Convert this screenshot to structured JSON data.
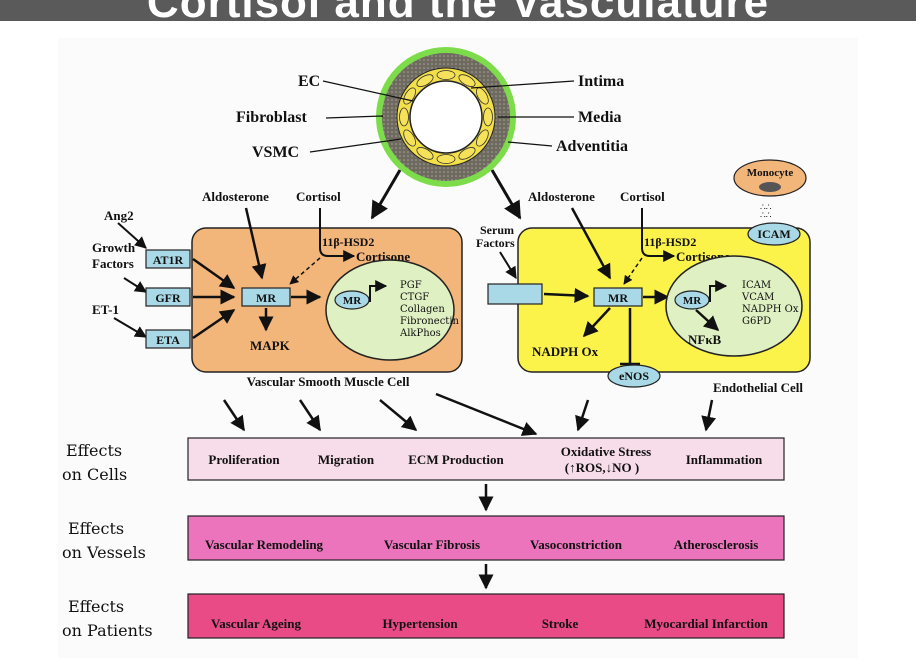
{
  "banner": {
    "title": "Cortisol and the Vasculature"
  },
  "vessel": {
    "labels": {
      "ec": "EC",
      "fibroblast": "Fibroblast",
      "vsmc": "VSMC",
      "intima": "Intima",
      "media": "Media",
      "adventitia": "Adventitia"
    }
  },
  "vsmc_cell": {
    "inputs": {
      "ang2": "Ang2",
      "growth": "Growth",
      "factors": "Factors",
      "et1": "ET-1"
    },
    "receptors": [
      "AT1R",
      "GFR",
      "ETA"
    ],
    "aldosterone": "Aldosterone",
    "cortisol": "Cortisol",
    "hsd2": "11β-HSD2",
    "cortisone": "Cortisone",
    "mr": "MR",
    "nucleus_mr": "MR",
    "genes": [
      "PGF",
      "CTGF",
      "Collagen",
      "Fibronectin",
      "AlkPhos"
    ],
    "mapk": "MAPK",
    "caption": "Vascular Smooth Muscle Cell"
  },
  "endo_cell": {
    "monocyte": "Monocyte",
    "icam_top": "ICAM",
    "serum": "Serum",
    "serum_factors": "Factors",
    "aldosterone": "Aldosterone",
    "cortisol": "Cortisol",
    "hsd2": "11β-HSD2",
    "cortisone": "Cortisone",
    "mr": "MR",
    "nucleus_mr": "MR",
    "genes": [
      "ICAM",
      "VCAM",
      "NADPH Ox",
      "G6PD"
    ],
    "nfkb": "NFκB",
    "nadph": "NADPH Ox",
    "enos": "eNOS",
    "caption": "Endothelial Cell"
  },
  "effects": {
    "cells": {
      "label1": "Effects",
      "label2": "on  Cells",
      "items": [
        "Proliferation",
        "Migration",
        "ECM Production",
        "Inflammation"
      ],
      "oxidative1": "Oxidative Stress",
      "oxidative2": "(↑ROS,↓NO )"
    },
    "vessels": {
      "label1": "Effects",
      "label2": "on Vessels",
      "items": [
        "Vascular Remodeling",
        "Vascular Fibrosis",
        "Vasoconstriction",
        "Atherosclerosis"
      ]
    },
    "patients": {
      "label1": "Effects",
      "label2": "on Patients",
      "items": [
        "Vascular Ageing",
        "Hypertension",
        "Stroke",
        "Myocardial Infarction"
      ]
    }
  },
  "colors": {
    "vsmc_fill": "#f2b57a",
    "endo_fill": "#fbf24a",
    "nucleus_fill": "#dff0c2",
    "receptor_fill": "#a9d9e6",
    "vessel_ring": "#6e6a60",
    "vessel_outer": "#7ddc4a",
    "vessel_yellow": "#f3df48",
    "cells_fill": "#f7dcea",
    "vessels_fill": "#ec74bd",
    "patients_fill": "#e84b86"
  }
}
